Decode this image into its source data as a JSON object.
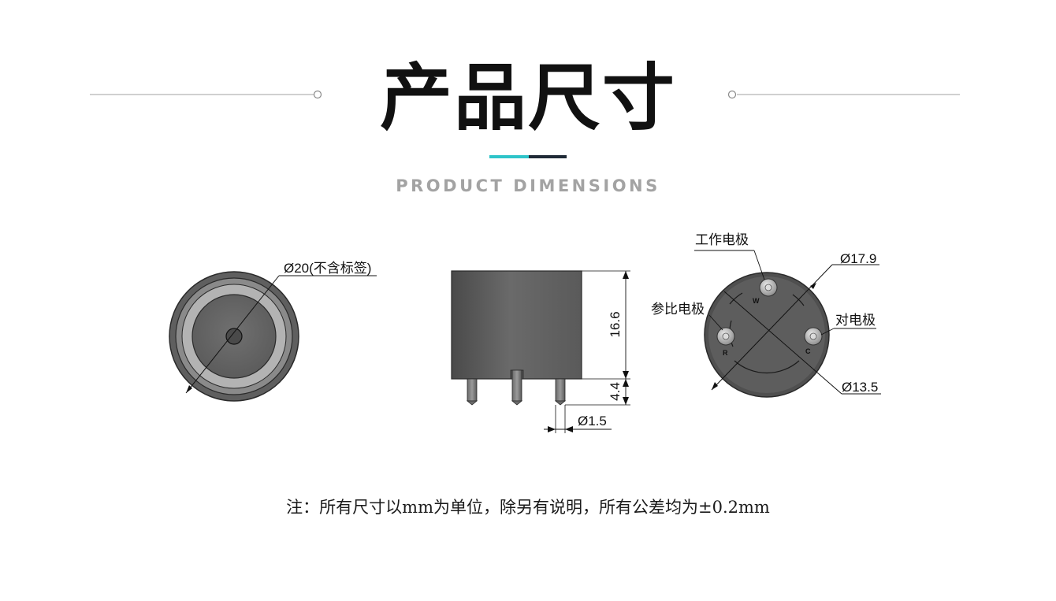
{
  "header": {
    "title": "产品尺寸",
    "subtitle": "PRODUCT DIMENSIONS",
    "accent_color": "#2ec4c9",
    "dark_color": "#1f2a36"
  },
  "diagram": {
    "top_view": {
      "diameter_label": "Ø20(不含标签)"
    },
    "side_view": {
      "height_label": "16.6",
      "pin_length_label": "4.4",
      "pin_diameter_label": "Ø1.5"
    },
    "bottom_view": {
      "outer_diameter_label": "Ø17.9",
      "pin_circle_label": "Ø13.5",
      "working_electrode_label": "工作电极",
      "reference_electrode_label": "参比电极",
      "counter_electrode_label": "对电极",
      "pin_w": "W",
      "pin_r": "R",
      "pin_c": "C"
    }
  },
  "note": "注：所有尺寸以mm为单位，除另有说明，所有公差均为±0.2mm"
}
